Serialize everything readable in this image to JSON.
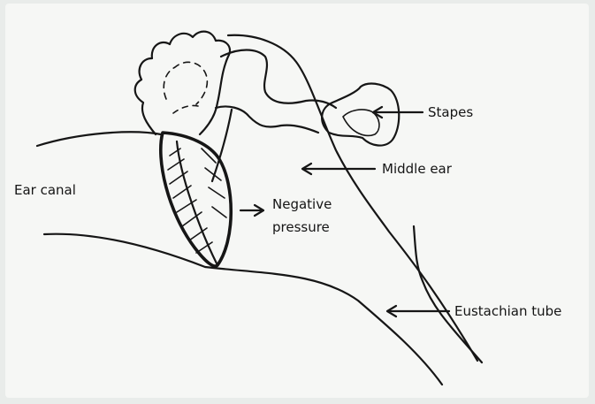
{
  "labels": {
    "ear_canal": "Ear canal",
    "negative_pressure_line1": "Negative",
    "negative_pressure_line2": "pressure",
    "stapes": "Stapes",
    "middle_ear": "Middle ear",
    "eustachian_tube": "Eustachian tube"
  },
  "colors": {
    "background": "#f6f7f5",
    "ink": "#161616"
  }
}
